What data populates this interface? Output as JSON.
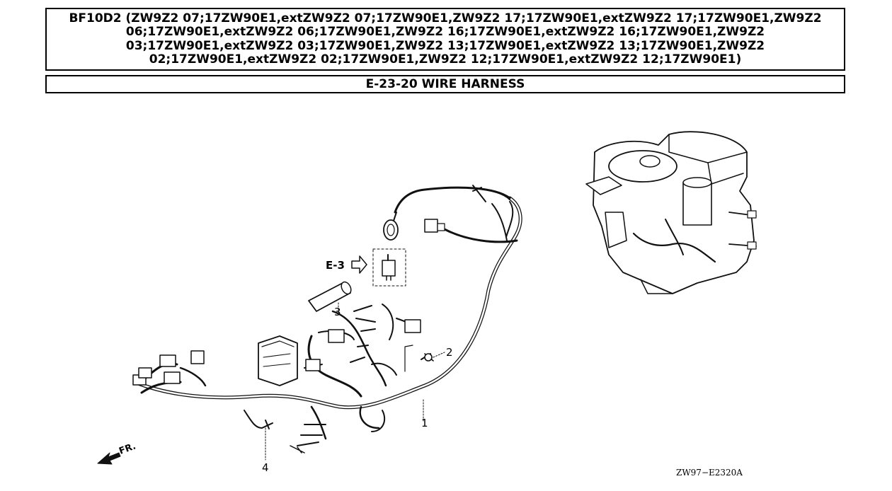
{
  "header": {
    "model_line": "BF10D2 (ZW9Z2 07;17ZW90E1,extZW9Z2 07;17ZW90E1,ZW9Z2 17;17ZW90E1,extZW9Z2 17;17ZW90E1,ZW9Z2 06;17ZW90E1,extZW9Z2 06;17ZW90E1,ZW9Z2 16;17ZW90E1,extZW9Z2 16;17ZW90E1,ZW9Z2 03;17ZW90E1,extZW9Z2 03;17ZW90E1,ZW9Z2 13;17ZW90E1,extZW9Z2 13;17ZW90E1,ZW9Z2 02;17ZW90E1,extZW9Z2 02;17ZW90E1,ZW9Z2 12;17ZW90E1,extZW9Z2 12;17ZW90E1)",
    "section_title": "E-23-20 WIRE HARNESS"
  },
  "diagram": {
    "callouts": {
      "c1": "1",
      "c2": "2",
      "c3": "3",
      "c4": "4"
    },
    "section_ref": "E-3",
    "direction_label": "FR.",
    "drawing_code": "ZW97−E2320A"
  }
}
